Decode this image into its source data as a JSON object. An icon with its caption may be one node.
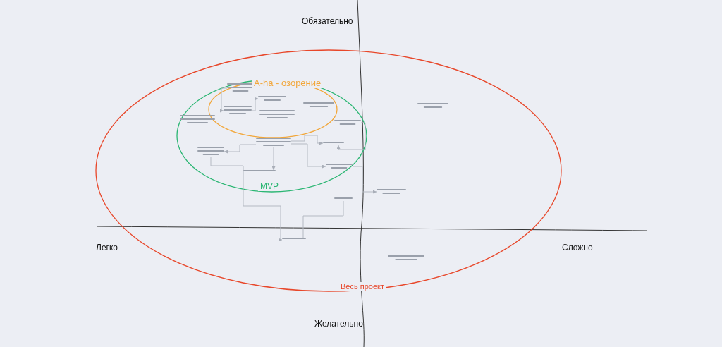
{
  "diagram": {
    "nodes": [
      {
        "text": [
          "Весь проект"
        ]
      },
      {
        "text": [
          "MVP"
        ],
        "in": 0
      },
      {
        "text": [
          "A-ha - озорение"
        ],
        "in": 1
      },
      {
        "text": [],
        "shape": "bar",
        "in": 2
      },
      {
        "text": [],
        "shape": "bar",
        "in": 2
      },
      {
        "text": [],
        "shape": "bar",
        "in": 1
      },
      {
        "text": [],
        "shape": "bar",
        "in": 2
      },
      {
        "text": [],
        "shape": "bar",
        "in": 2
      },
      {
        "text": [],
        "shape": "bar",
        "in": 2
      },
      {
        "text": [],
        "shape": "bar",
        "in": 1
      },
      {
        "text": [],
        "shape": "bar",
        "in": 1
      },
      {
        "text": [],
        "shape": "bar",
        "in": 1
      },
      {
        "text": [],
        "shape": "bar",
        "in": 1
      },
      {
        "text": [],
        "shape": "bar",
        "in": 1
      },
      {
        "text": [],
        "shape": "bar",
        "in": 1
      },
      {
        "text": [],
        "shape": "bar",
        "in": 0
      },
      {
        "text": [],
        "shape": "bar",
        "in": 0
      },
      {
        "text": [],
        "shape": "bar",
        "in": 0
      },
      {
        "text": [],
        "shape": "bar",
        "in": 0
      },
      {
        "text": [],
        "shape": "bar",
        "in": 0
      }
    ],
    "edges": [
      {
        "from": 3,
        "to": 4,
        "arrow": "to"
      },
      {
        "from": 4,
        "to": 6,
        "arrow": "to"
      },
      {
        "from": 10,
        "to": 11,
        "arrow": "to"
      },
      {
        "from": 10,
        "to": 14,
        "arrow": "to"
      },
      {
        "from": 9,
        "to": 11,
        "arrow": "to"
      },
      {
        "from": 10,
        "to": 13,
        "arrow": "to"
      },
      {
        "from": 10,
        "to": 12,
        "arrow": "to"
      },
      {
        "from": 12,
        "to": 17,
        "arrow": "to"
      },
      {
        "from": 16,
        "to": 17,
        "arrow": "none"
      },
      {
        "from": 14,
        "to": 15,
        "arrow": "to"
      }
    ],
    "labels": [
      "Обязательно",
      "Легко",
      "Сложно",
      "Желательно"
    ]
  }
}
